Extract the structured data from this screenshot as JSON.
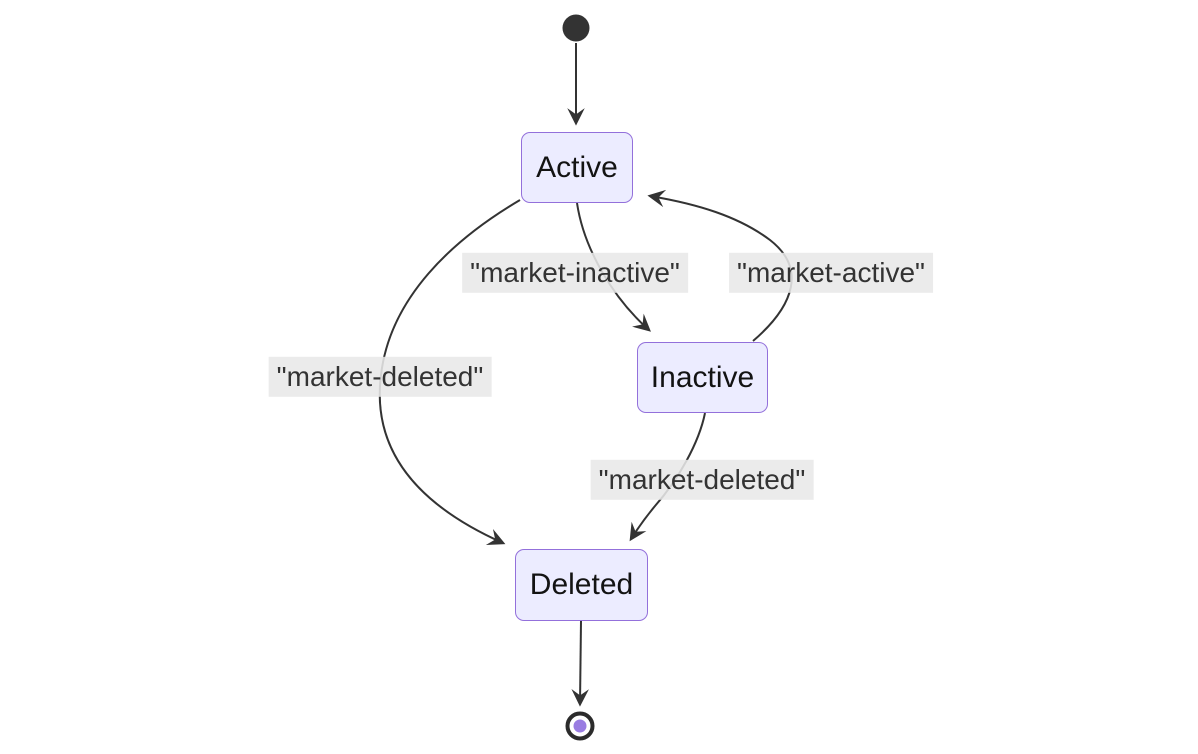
{
  "diagram": {
    "type": "state-diagram",
    "states": [
      {
        "id": "active",
        "label": "Active"
      },
      {
        "id": "inactive",
        "label": "Inactive"
      },
      {
        "id": "deleted",
        "label": "Deleted"
      }
    ],
    "pseudostates": [
      {
        "id": "initial",
        "kind": "start-dot"
      },
      {
        "id": "final",
        "kind": "end-circle"
      }
    ],
    "transitions": [
      {
        "from": "initial",
        "to": "Active",
        "label": ""
      },
      {
        "from": "Active",
        "to": "Inactive",
        "label": "\"market-inactive\""
      },
      {
        "from": "Inactive",
        "to": "Active",
        "label": "\"market-active\""
      },
      {
        "from": "Active",
        "to": "Deleted",
        "label": "\"market-deleted\""
      },
      {
        "from": "Inactive",
        "to": "Deleted",
        "label": "\"market-deleted\""
      },
      {
        "from": "Deleted",
        "to": "final",
        "label": ""
      }
    ],
    "colors": {
      "state_fill": "#ececff",
      "state_border": "#9370db",
      "edge_stroke": "#333333",
      "label_background": "#e8e8e8",
      "label_text": "#333333",
      "start_dot": "#333333",
      "final_ring": "#2b2b2b",
      "final_inner_dot": "#9a7de2",
      "background": "#ffffff"
    }
  }
}
